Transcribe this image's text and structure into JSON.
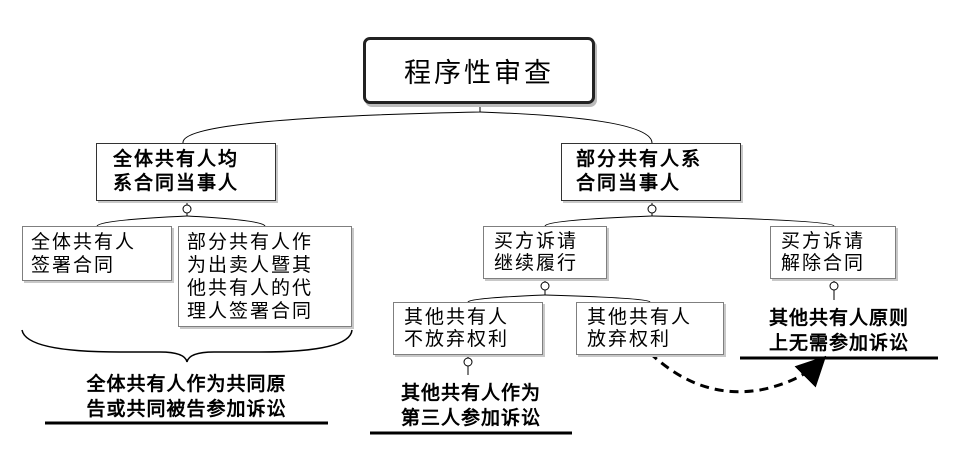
{
  "root": {
    "label": "程序性审查"
  },
  "branches": [
    {
      "label": [
        "全体共有人均",
        "系合同当事人"
      ],
      "children": [
        {
          "label": [
            "全体共有人",
            "签署合同"
          ]
        },
        {
          "label": [
            "部分共有人作",
            "为出卖人暨其",
            "他共有人的代",
            "理人签署合同"
          ]
        }
      ],
      "outcome": [
        "全体共有人作为共同原",
        "告或共同被告参加诉讼"
      ]
    },
    {
      "label": [
        "部分共有人系",
        "合同当事人"
      ],
      "children": [
        {
          "label": [
            "买方诉请",
            "继续履行"
          ],
          "children": [
            {
              "label": [
                "其他共有人",
                "不放弃权利"
              ],
              "outcome": [
                "其他共有人作为",
                "第三人参加诉讼"
              ]
            },
            {
              "label": [
                "其他共有人",
                "放弃权利"
              ]
            }
          ]
        },
        {
          "label": [
            "买方诉请",
            "解除合同"
          ],
          "outcome": [
            "其他共有人原则",
            "上无需参加诉讼"
          ]
        }
      ]
    }
  ]
}
